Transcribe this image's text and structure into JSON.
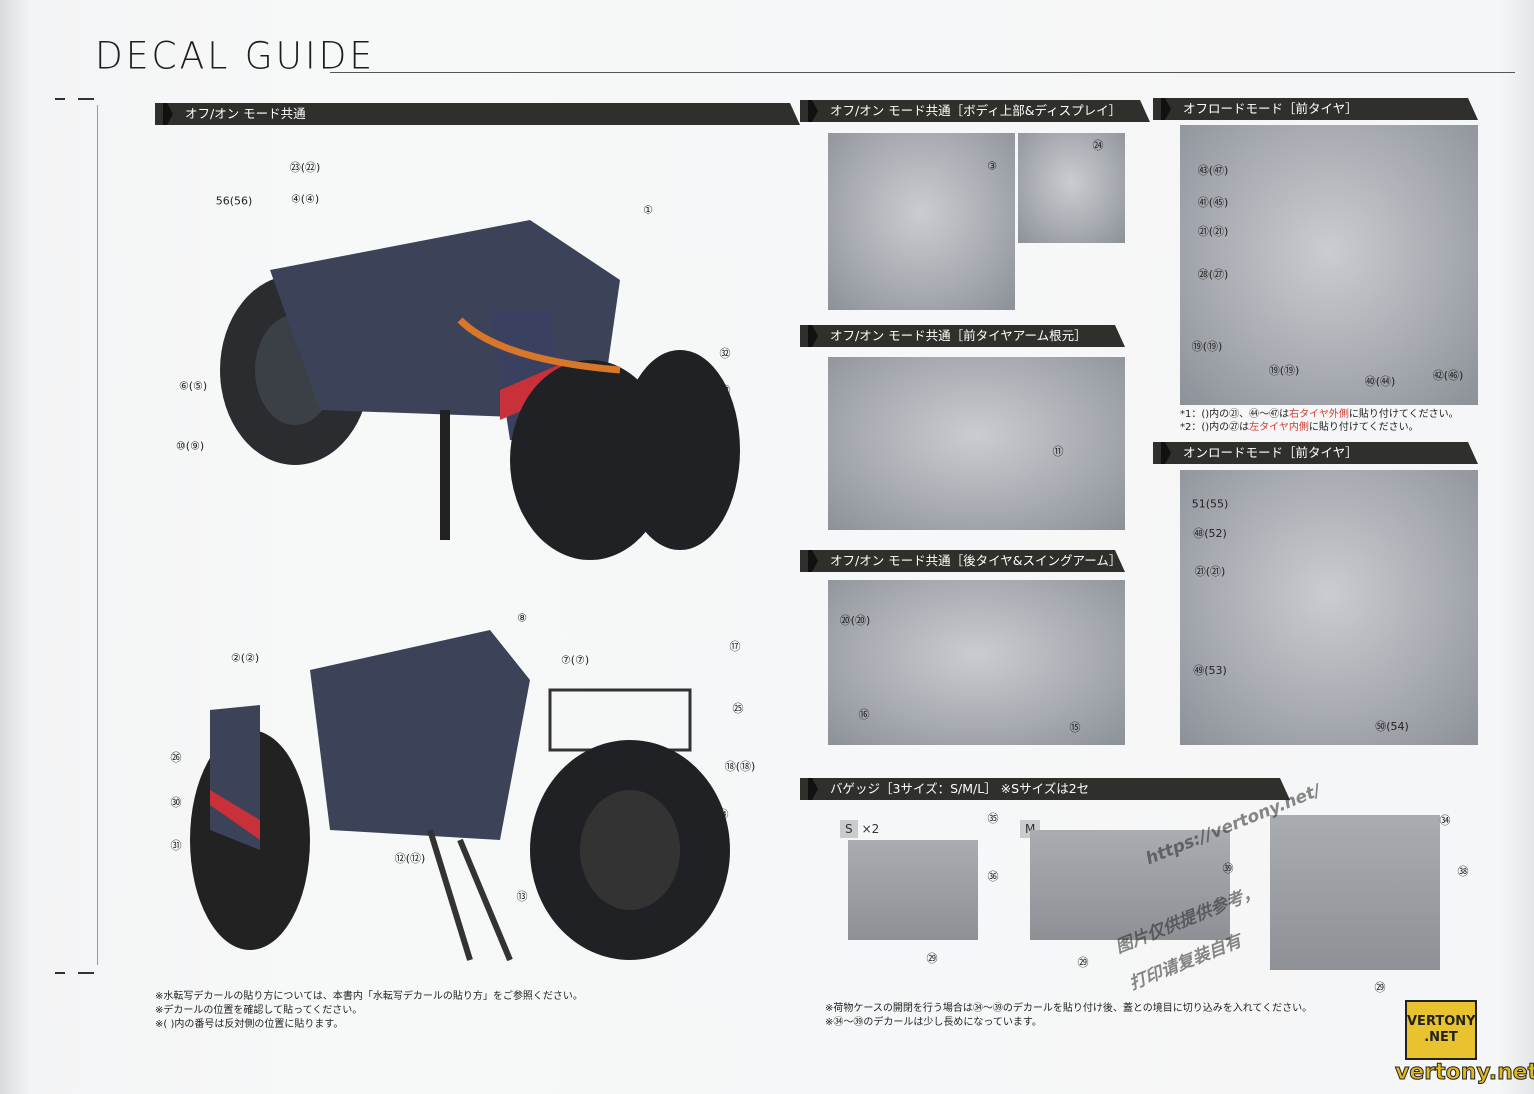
{
  "title": "DECAL GUIDE",
  "sections": {
    "main": {
      "header": "オフ/オン モード共通"
    },
    "body": {
      "header": "オフ/オン モード共通［ボディ上部&ディスプレイ］"
    },
    "front_arm": {
      "header": "オフ/オン モード共通［前タイヤアーム根元］"
    },
    "rear": {
      "header": "オフ/オン モード共通［後タイヤ&スイングアーム］"
    },
    "offroad": {
      "header": "オフロードモード［前タイヤ］",
      "notes": [
        "*1：()内の㉑、㊹～㊼は",
        "右タイヤ外側",
        "に貼り付けてください。",
        "*2：()内の㉗は",
        "左タイヤ内側",
        "に貼り付けてください。"
      ]
    },
    "onroad": {
      "header": "オンロードモード［前タイヤ］"
    },
    "baggage": {
      "header": "バゲッジ［3サイズ：S/M/L］ ※Sサイズは2セ",
      "size_s": "S",
      "size_s_count": "×2",
      "size_m": "M"
    }
  },
  "callouts": {
    "main_top": [
      "㉓(㉒)",
      "④(④)",
      "56(56)",
      "①",
      "⑥(⑤)",
      "⑩(⑨)",
      "㉜",
      "㉝"
    ],
    "main_bottom": [
      "②(②)",
      "⑧",
      "⑦(⑦)",
      "⑰",
      "㉕",
      "⑱(⑱)",
      "㉖",
      "㉚",
      "㉛",
      "⑭",
      "⑫(⑫)",
      "⑬"
    ],
    "body": [
      "③",
      "㉔"
    ],
    "front_arm": [
      "⑪"
    ],
    "rear": [
      "⑳(⑳)",
      "⑯",
      "⑮"
    ],
    "offroad": [
      "㊸(㊼)",
      "㊶(㊺)",
      "㉑(㉑)",
      "㉘(㉗)",
      "⑲(⑲)",
      "⑲(⑲)",
      "㊵(㊹)",
      "㊷(㊻)"
    ],
    "onroad": [
      "51(55)",
      "㊽(52)",
      "㉑(㉑)",
      "㊾(53)",
      "㊿(54)"
    ],
    "baggage": [
      "㉟",
      "㊱",
      "㉙",
      "㊴",
      "㉙",
      "㉞",
      "㊳",
      "㉙"
    ]
  },
  "footnotes_left": [
    "※水転写デカールの貼り方については、本書内「水転写デカールの貼り方」をご参照ください。",
    "※デカールの位置を確認して貼ってください。",
    "※( )内の番号は反対側の位置に貼ります。"
  ],
  "footnotes_right": [
    "※荷物ケースの開閉を行う場合は㉞～㊴のデカールを貼り付け後、蓋との境目に切り込みを入れてください。",
    "※㉞～㊴のデカールは少し長めになっています。"
  ],
  "watermark": {
    "url": "https://vertony.net/",
    "cn1": "图片仅供提供参考，",
    "cn2": "打印请复装自有",
    "logo_top": "VERTONY",
    "logo_bottom": ".NET",
    "logo_url": "vertony.net"
  }
}
